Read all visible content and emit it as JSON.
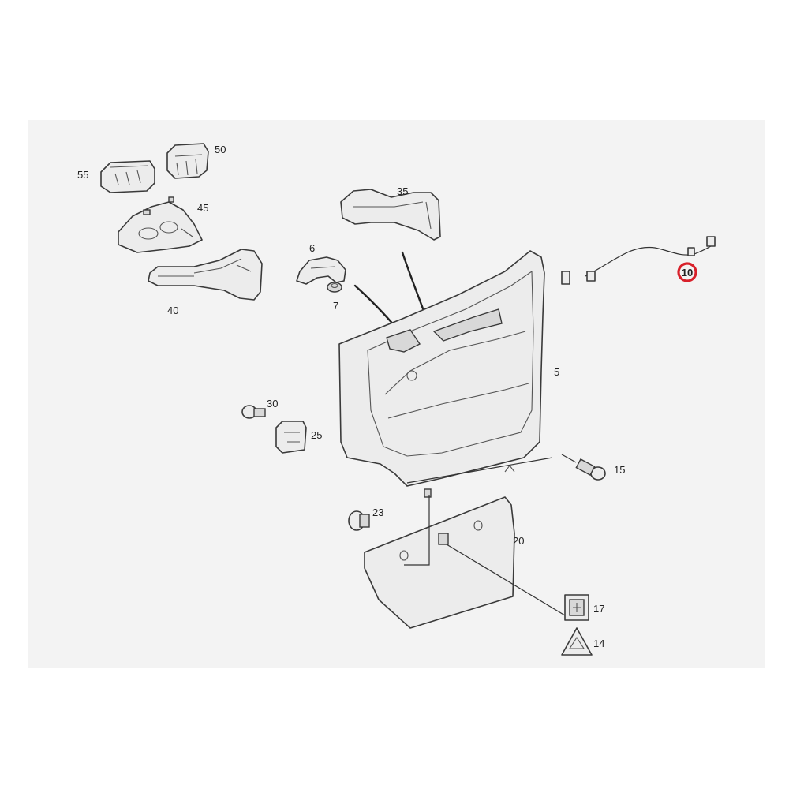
{
  "diagram": {
    "callouts": {
      "c55": "55",
      "c50": "50",
      "c45": "45",
      "c40": "40",
      "c35": "35",
      "c6": "6",
      "c7": "7",
      "c10": "10",
      "c5": "5",
      "c30": "30",
      "c25": "25",
      "c15": "15",
      "c23": "23",
      "c20": "20",
      "c17": "17",
      "c14": "14"
    },
    "highlight_color": "#d8202a",
    "highlighted_callout": "10"
  }
}
